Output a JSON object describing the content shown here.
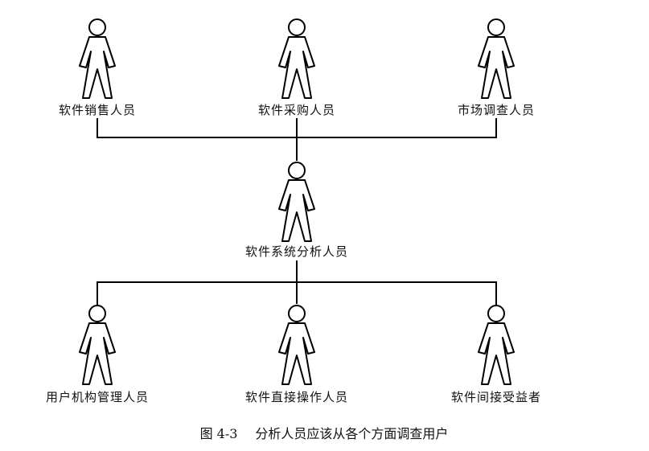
{
  "diagram": {
    "top_roles": [
      "软件销售人员",
      "软件采购人员",
      "市场调查人员"
    ],
    "center_role": "软件系统分析人员",
    "bottom_roles": [
      "用户机构管理人员",
      "软件直接操作人员",
      "软件间接受益者"
    ]
  },
  "caption": {
    "number": "图 4-3",
    "text": "分析人员应该从各个方面调查用户"
  }
}
